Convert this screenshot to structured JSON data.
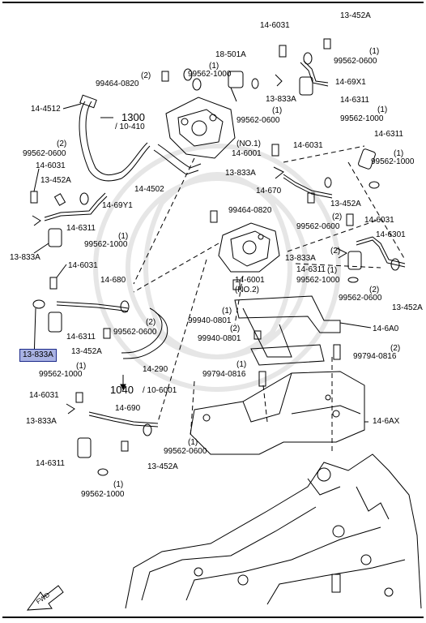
{
  "labels": {
    "l1": "13-452A",
    "l2": "14-6031",
    "l3": "(1)",
    "l4": "99562-0600",
    "l5": "18-501A",
    "l6": "(1)",
    "l7": "(2)",
    "l8": "99562-1000",
    "l9": "99464-0820",
    "l10": "14-69X1",
    "l11": "14-4512",
    "l12": "14-6311",
    "l13": "13-833A",
    "l14": "1300",
    "l15": "/ 10-410",
    "l16": "(1)",
    "l17": "99562-1000",
    "l18": "(1)",
    "l19": "99562-0600",
    "l20": "14-6311",
    "l21": "(2)",
    "l22": "99562-0600",
    "l23": "14-6031",
    "l24": "(NO.1)",
    "l25": "14-6001",
    "l26": "(1)",
    "l27": "99562-1000",
    "l28": "14-6031",
    "l29": "13-452A",
    "l30": "13-833A",
    "l31": "14-4502",
    "l32": "14-670",
    "l33": "14-69Y1",
    "l34": "13-452A",
    "l35": "99464-0820",
    "l36": "(2)",
    "l37": "99562-0600",
    "l38": "14-6031",
    "l39": "14-6311",
    "l40": "14-6301",
    "l41": "(1)",
    "l42": "99562-1000",
    "l43": "13-833A",
    "l44": "(2)",
    "l45": "14-6031",
    "l46": "13-833A",
    "l47": "14-6311",
    "l48": "(1)",
    "l49": "99562-1000",
    "l50": "14-680",
    "l51": "14-6001",
    "l52": "(NO.2)",
    "l53": "(2)",
    "l54": "99562-0600",
    "l55": "13-452A",
    "l56": "(1)",
    "l57": "99940-0801",
    "l58": "14-6311",
    "l59": "(2)",
    "l60": "99562-0600",
    "l61": "14-6A0",
    "l62": "13-452A",
    "l63": "(2)",
    "l64": "99940-0801",
    "l65": "(2)",
    "l66": "99794-0816",
    "l67": "(1)",
    "l68": "99562-1000",
    "l69": "14-290",
    "l70": "(1)",
    "l71": "99794-0816",
    "l72": "14-6031",
    "l73": "1040",
    "l74": "/ 10-6001",
    "l75": "13-833A",
    "l76": "14-690",
    "l77": "14-6AX",
    "l78": "(1)",
    "l79": "99562-0600",
    "l80": "14-6311",
    "l81": "13-452A",
    "l82": "(1)",
    "l83": "99562-1000",
    "l84": "FWD"
  },
  "highlight": {
    "text": "13-833A",
    "fill": "#a9b2e3",
    "border": "#1c2a8a"
  }
}
